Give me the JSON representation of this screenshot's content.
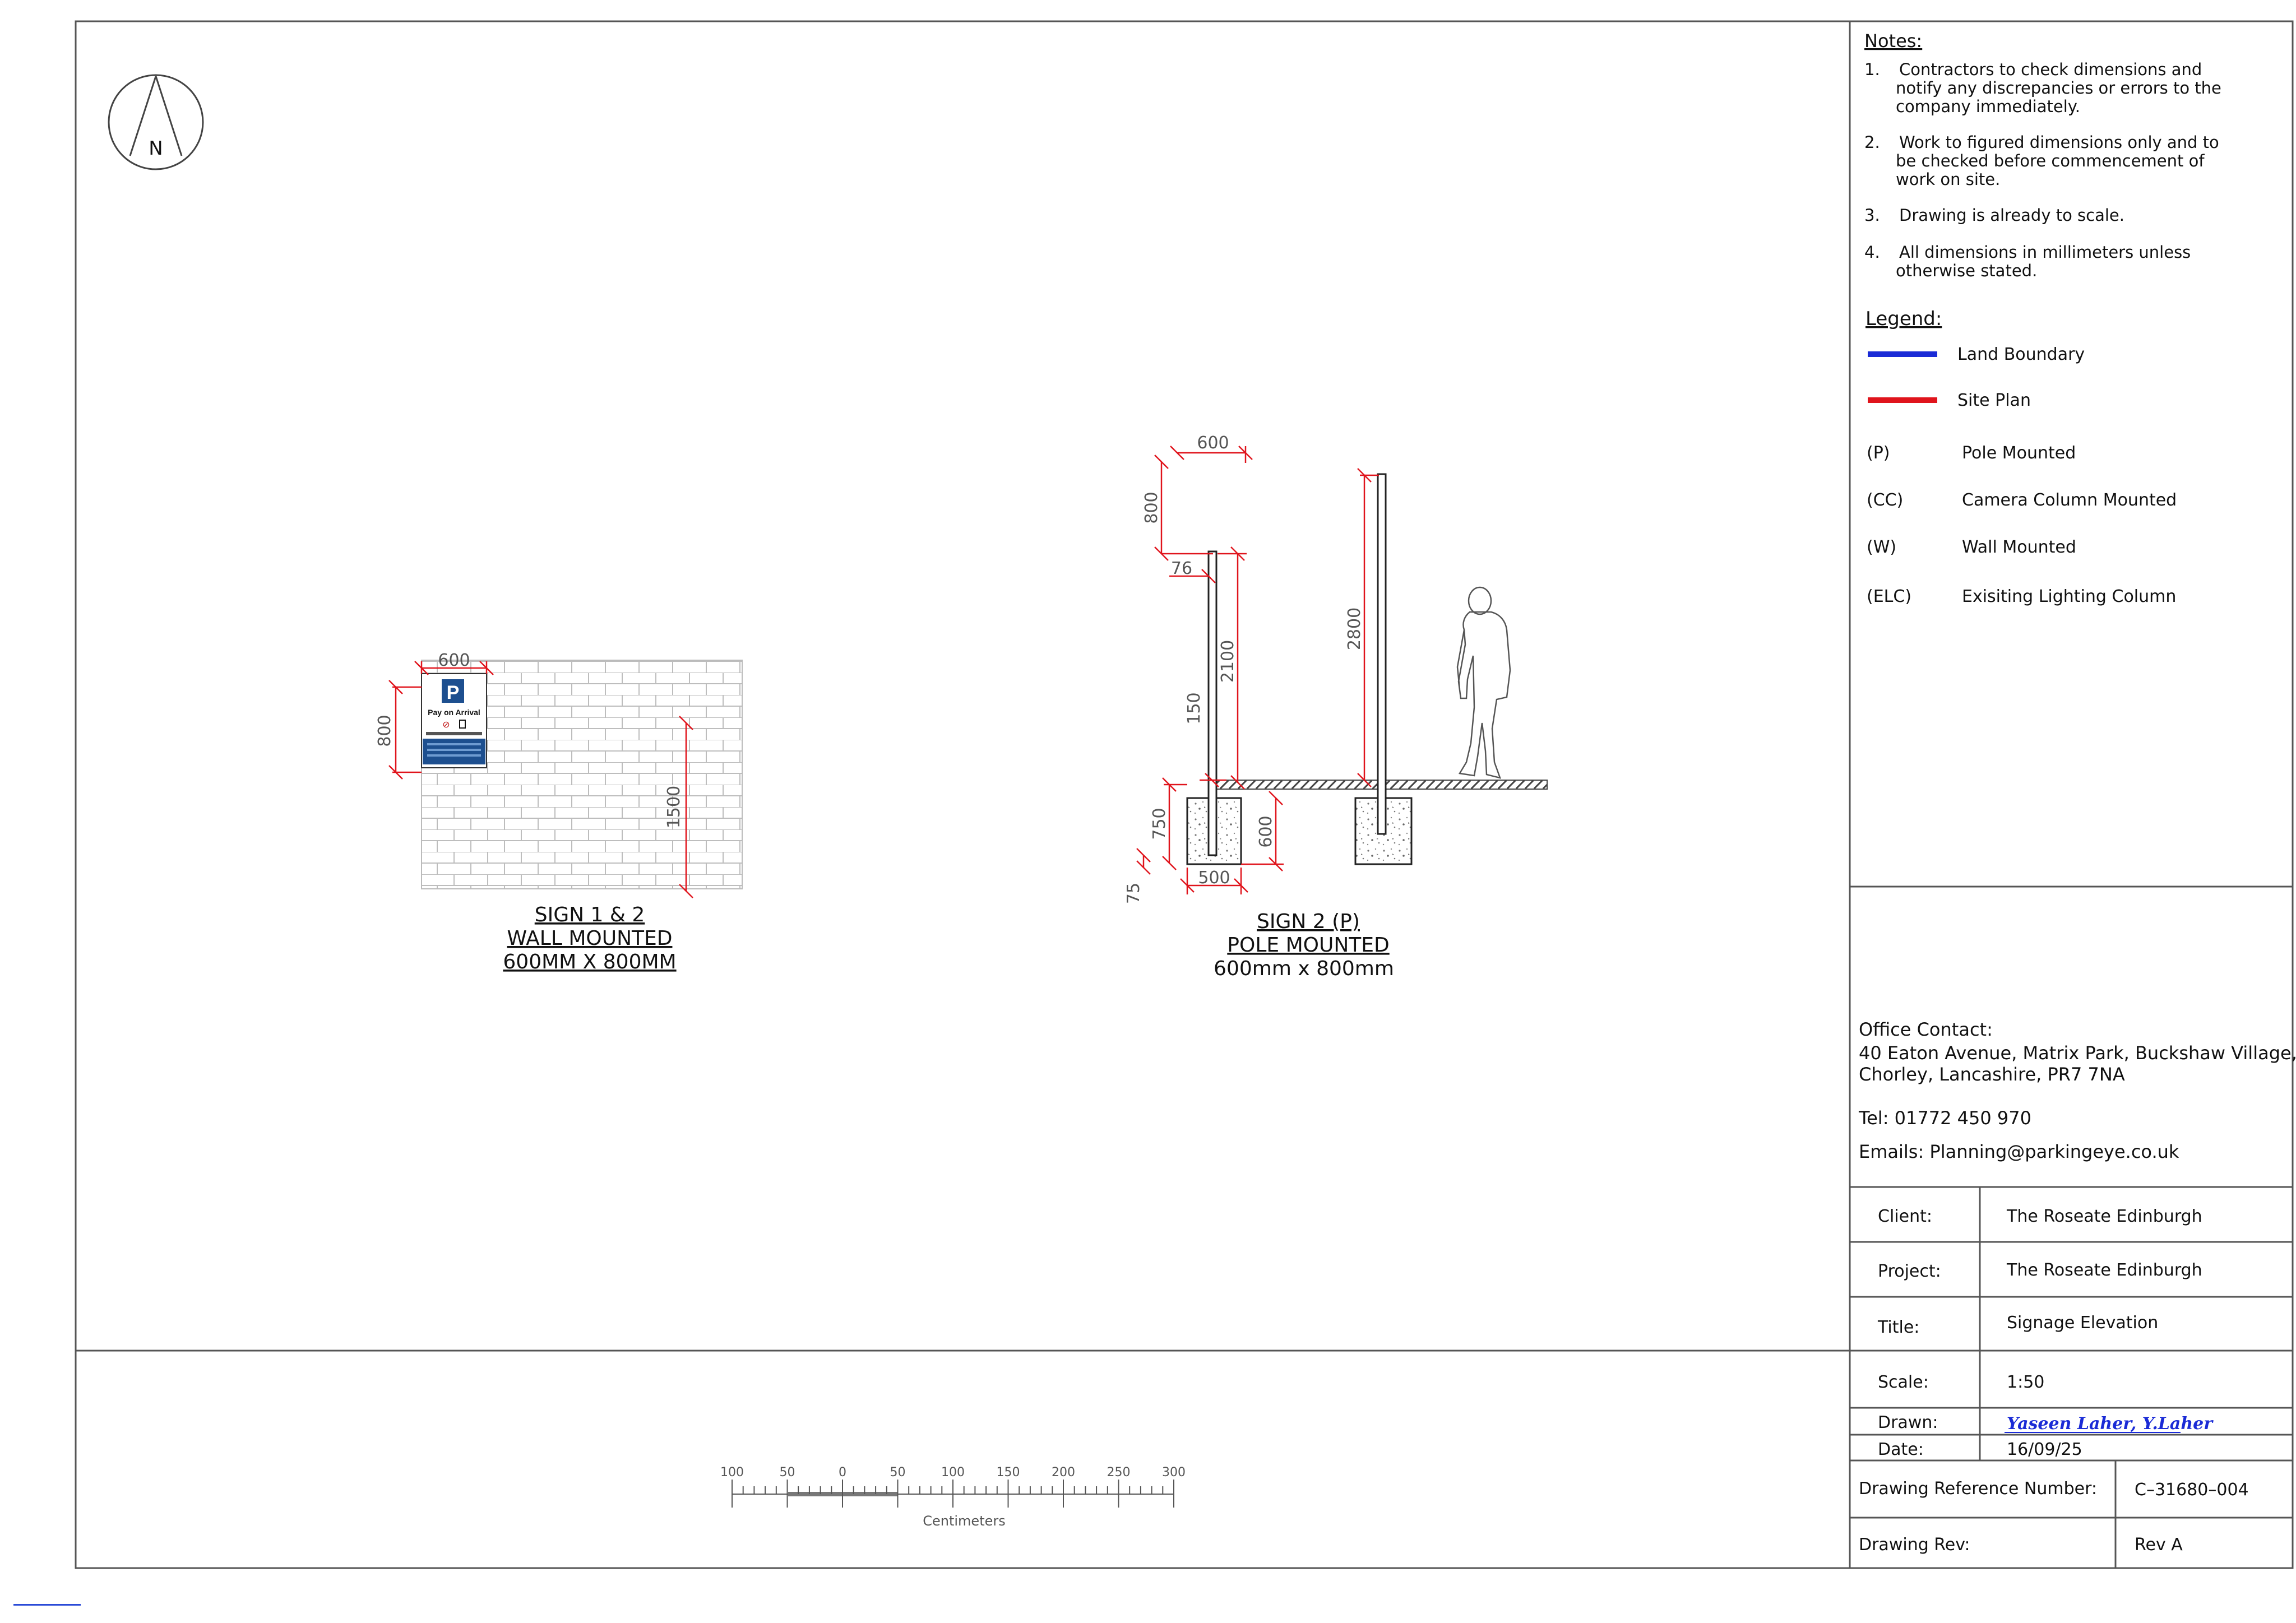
{
  "north_label": "N",
  "notes": {
    "heading": "Notes:",
    "items": [
      {
        "num": "1.",
        "lines": [
          "Contractors  to  check  dimensions  and",
          "notify  any  discrepancies  or  errors  to  the",
          "company  immediately."
        ]
      },
      {
        "num": "2.",
        "lines": [
          "Work  to  figured  dimensions  only  and  to",
          "be  checked  before  commencement  of",
          "work  on  site."
        ]
      },
      {
        "num": "3.",
        "lines": [
          "Drawing  is  already  to  scale."
        ]
      },
      {
        "num": "4.",
        "lines": [
          "All  dimensions  in  millimeters  unless",
          "otherwise  stated."
        ]
      }
    ]
  },
  "legend": {
    "heading": "Legend:",
    "lines": [
      {
        "label": "Land  Boundary",
        "color": "#1a2bd6"
      },
      {
        "label": "Site  Plan",
        "color": "#e0141c"
      }
    ],
    "codes": [
      {
        "code": "(P)",
        "label": "Pole  Mounted"
      },
      {
        "code": "(CC)",
        "label": "Camera  Column  Mounted"
      },
      {
        "code": "(W)",
        "label": "Wall  Mounted"
      },
      {
        "code": "(ELC)",
        "label": "Exisiting  Lighting  Column"
      }
    ]
  },
  "office": {
    "heading": "Office  Contact:",
    "address1": "40  Eaton  Avenue,  Matrix  Park,  Buckshaw  Village,",
    "address2": "Chorley,  Lancashire,  PR7  7NA",
    "tel": "Tel:  01772  450  970",
    "email": "Emails:  Planning@parkingeye.co.uk"
  },
  "title_block": {
    "client_label": "Client:",
    "client_value": "The  Roseate  Edinburgh",
    "project_label": "Project:",
    "project_value": "The  Roseate  Edinburgh",
    "title_label": "Title:",
    "title_value": "Signage  Elevation",
    "scale_label": "Scale:",
    "scale_value": "1:50",
    "drawn_label": "Drawn:",
    "drawn_value": "Yaseen  Laher,  Y.Laher",
    "date_label": "Date:",
    "date_value": "16/09/25",
    "ref_label": "Drawing  Reference  Number:",
    "ref_value": "C–31680–004",
    "rev_label": "Drawing  Rev:",
    "rev_value": "Rev  A"
  },
  "sign1": {
    "caption1": "SIGN  1  &  2",
    "caption2": "WALL  MOUNTED",
    "caption3": "600MM  X  800MM",
    "dim_width": "600",
    "dim_height": "800",
    "dim_mount": "1500",
    "sign_letter": "P",
    "sign_heading": "Pay on Arrival",
    "colors": {
      "sign_blue": "#1d4f8f",
      "dimension_red": "#e0141c"
    }
  },
  "sign2": {
    "caption1": "SIGN  2  (P)",
    "caption2": "POLE  MOUNTED",
    "caption3": "600mm  x  800mm",
    "dim_width": "600",
    "dim_height": "800",
    "dim_pole": "76",
    "dim_shaft": "2100",
    "dim_base_top": "150",
    "dim_foundation": "750",
    "dim_foundation_inner": "600",
    "dim_bottom": "75",
    "dim_base_width": "500",
    "dim_tall": "2800"
  },
  "scale_bar": {
    "ticks": [
      "100",
      "50",
      "0",
      "50",
      "100",
      "150",
      "200",
      "250",
      "300"
    ],
    "unit": "Centimeters"
  }
}
